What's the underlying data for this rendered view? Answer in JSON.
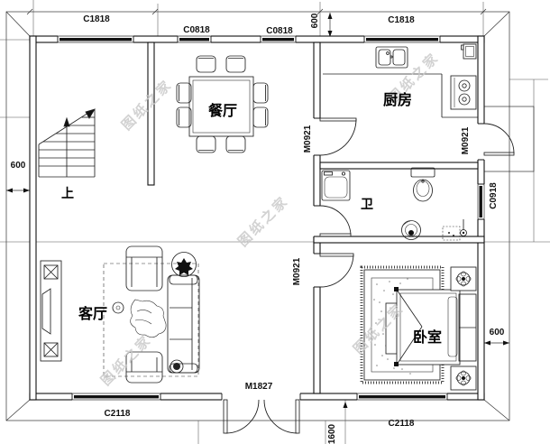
{
  "watermark": {
    "text": "图纸之家"
  },
  "rooms": {
    "dining": "餐厅",
    "kitchen": "厨房",
    "bathroom": "卫",
    "living": "客厅",
    "bedroom": "卧室"
  },
  "stairs": {
    "up_label": "上"
  },
  "windows": {
    "c1818_left": "C1818",
    "c0818_a": "C0818",
    "c0818_b": "C0818",
    "c1818_right": "C1818",
    "c0918": "C0918",
    "c2118_left": "C2118",
    "c2118_right": "C2118"
  },
  "doors": {
    "kitchen_hall": "M0921",
    "kitchen_exit": "M0921",
    "bedroom": "M0921",
    "entry": "M1827"
  },
  "dims": {
    "left_offset": "600",
    "top_offset": "600",
    "right_offset": "600",
    "bottom_offset": "1600"
  },
  "colors": {
    "ink": "#1a1a1a",
    "window_band": "#111111",
    "watermark": "#c7c7c7"
  }
}
